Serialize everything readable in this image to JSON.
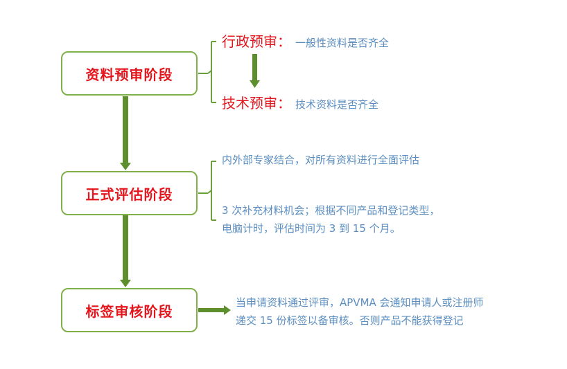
{
  "colors": {
    "stage_text": "#e4161d",
    "box_border": "#7fb04a",
    "arrow": "#5d8f2f",
    "bracket": "#6aa03a",
    "desc_text": "#5b8ec0"
  },
  "stages": [
    {
      "label": "资料预审阶段",
      "subs": [
        {
          "title": "行政预审：",
          "desc": "一般性资料是否齐全"
        },
        {
          "title": "技术预审：",
          "desc": "技术资料是否齐全"
        }
      ]
    },
    {
      "label": "正式评估阶段",
      "notes": [
        "内外部专家结合，对所有资料进行全面评估",
        "3 次补充材料机会；根据不同产品和登记类型，",
        "电脑计时，评估时间为 3 到 15 个月。"
      ]
    },
    {
      "label": "标签审核阶段",
      "notes": [
        "当申请资料通过评审，APVMA 会通知申请人或注册师",
        "递交 15 份标签以备审核。否则产品不能获得登记"
      ]
    }
  ]
}
